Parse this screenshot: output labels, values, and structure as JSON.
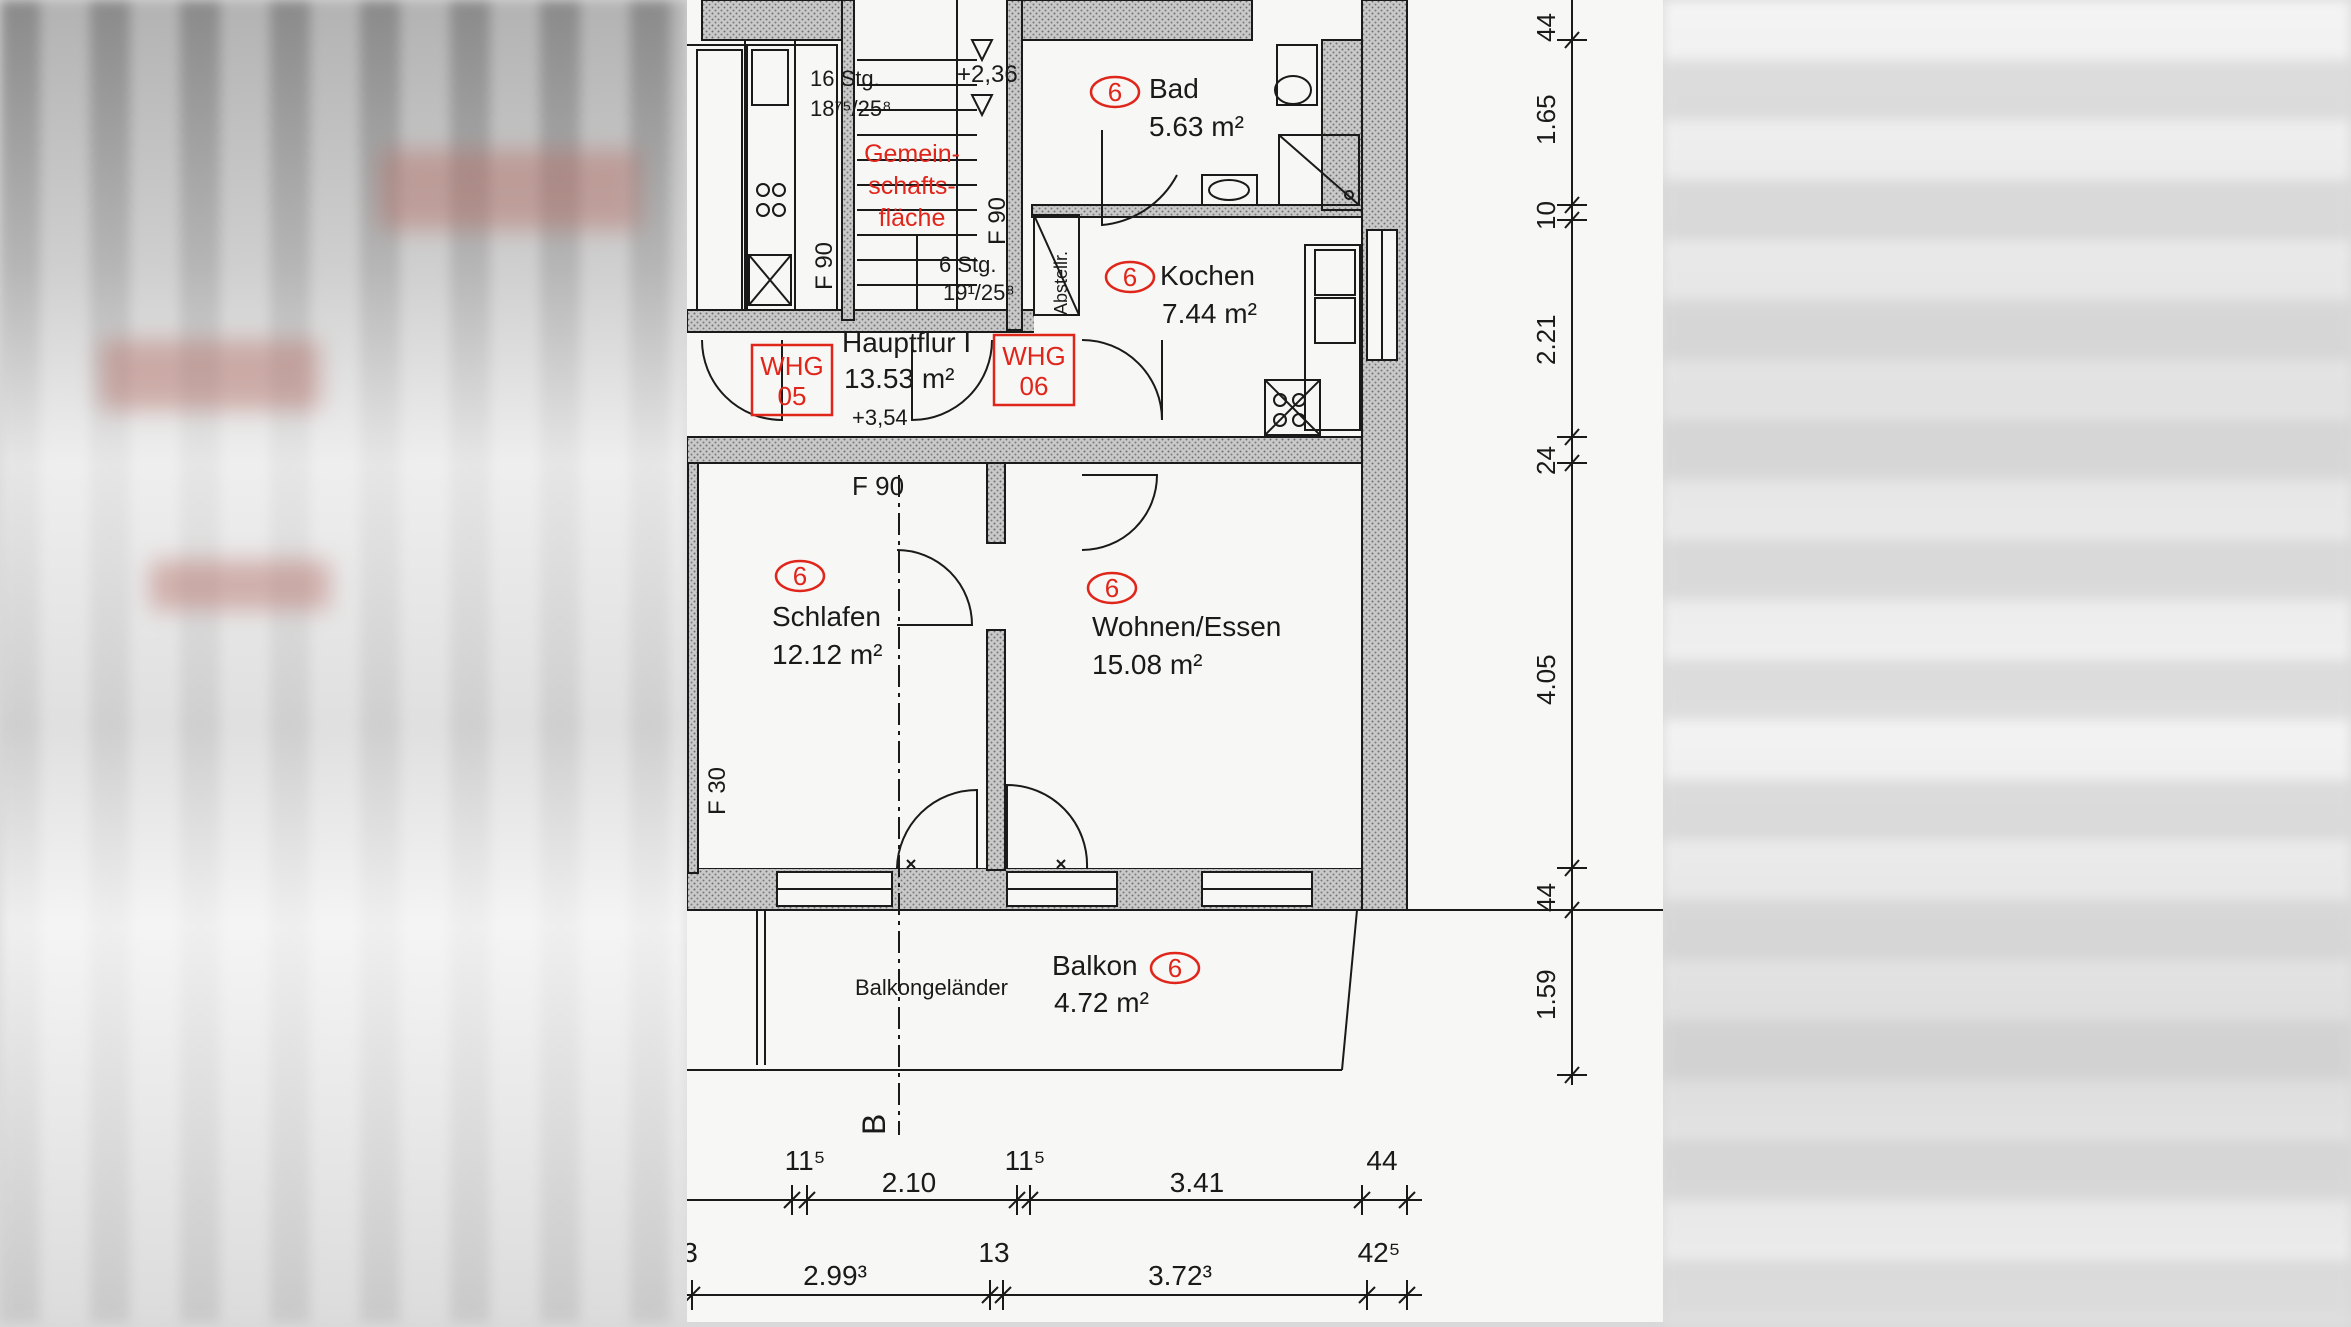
{
  "rooms": {
    "bad": {
      "tag": "6",
      "name": "Bad",
      "area": "5.63 m²"
    },
    "kochen": {
      "tag": "6",
      "name": "Kochen",
      "area": "7.44 m²"
    },
    "hauptflur": {
      "name": "Hauptflur I",
      "area": "13.53 m²"
    },
    "schlafen": {
      "tag": "6",
      "name": "Schlafen",
      "area": "12.12 m²"
    },
    "wohnen": {
      "tag": "6",
      "name": "Wohnen/Essen",
      "area": "15.08 m²"
    },
    "balkon": {
      "tag": "6",
      "name": "Balkon",
      "area": "4.72 m²"
    }
  },
  "common_area": {
    "line1": "Gemein-",
    "line2": "schafts-",
    "line3": "fläche"
  },
  "units": {
    "whg05": {
      "line1": "WHG",
      "line2": "05"
    },
    "whg06": {
      "line1": "WHG",
      "line2": "06"
    }
  },
  "stairs": {
    "upper_steps": "16 Stg.",
    "upper_ratio": "18⁷⁵/25⁸",
    "lower_steps": "6 Stg.",
    "lower_ratio": "19¹/25⁸",
    "level_top": "+2,36",
    "level_floor": "+3,54"
  },
  "labels": {
    "fire_f90_stair": "F 90",
    "fire_f90_core": "F 90",
    "fire_f90_corridor": "F 90",
    "fire_f30": "F 30",
    "abstell": "Abstellr.",
    "railing": "Balkongeländer",
    "section": "B"
  },
  "dims_right": [
    "44",
    "1.65",
    "10",
    "2.21",
    "24",
    "4.05",
    "44",
    "1.59"
  ],
  "dims_bottom1": [
    "11⁵",
    "2.10",
    "11⁵",
    "3.41",
    "44"
  ],
  "dims_bottom2": [
    "3",
    "2.99³",
    "13",
    "3.72³",
    "42⁵"
  ],
  "colors": {
    "red_annotation": "#e0261b",
    "line": "#1a1a1a",
    "hatch": "#8c8c8c"
  }
}
